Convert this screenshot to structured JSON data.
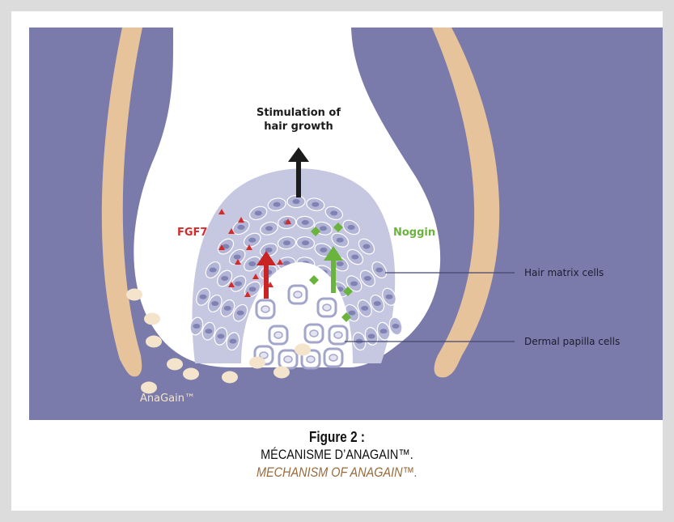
{
  "diagram": {
    "arrow_label_line1": "Stimulation of",
    "arrow_label_line2": "hair growth",
    "fgf7_label": "FGF7",
    "noggin_label": "Noggin",
    "matrix_label": "Hair matrix cells",
    "papilla_label": "Dermal papilla cells",
    "anagain_label": "AnaGain™",
    "colors": {
      "background": "#7a7bab",
      "skin": "#e7c39c",
      "follicle": "#ffffff",
      "matrix_fill": "#c6c7e0",
      "matrix_cell": "#a3a6cb",
      "papilla_cell": "#e3e4ef",
      "fgf7": "#d52a2a",
      "noggin": "#6ab43e",
      "arrow": "#1c1c1c",
      "anagain_dot": "#f3e4cb"
    }
  },
  "caption": {
    "title": "Figure 2 :",
    "french": "MÉCANISME D’ANAGAIN™.",
    "english": "MECHANISM OF ANAGAIN™."
  }
}
